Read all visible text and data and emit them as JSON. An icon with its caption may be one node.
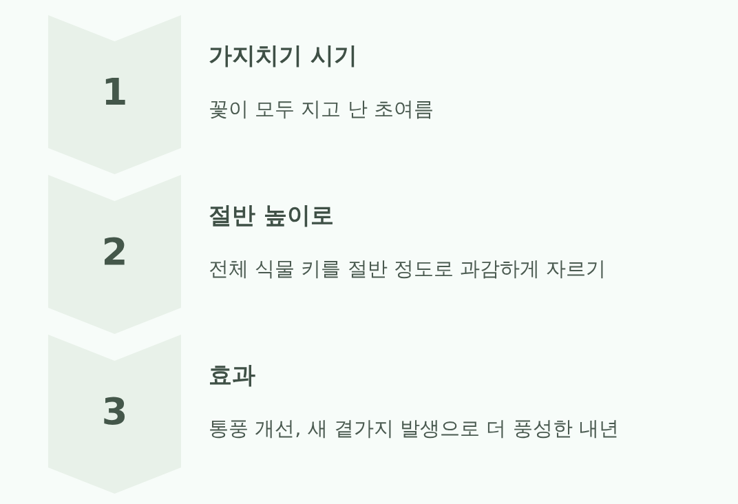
{
  "diagram": {
    "nodes": [
      {
        "text": [
          "1"
        ],
        "beside": [
          "가지치기 시기",
          "꽃이 모두 지고 난 초여름"
        ]
      },
      {
        "text": [
          "2"
        ],
        "beside": [
          "절반 높이로",
          "전체 식물 키를 절반 정도로 과감하게 자르기"
        ]
      },
      {
        "text": [
          "3"
        ],
        "beside": [
          "효과",
          "통풍 개선, 새 곁가지 발생으로 더 풍성한 내년"
        ]
      }
    ]
  }
}
